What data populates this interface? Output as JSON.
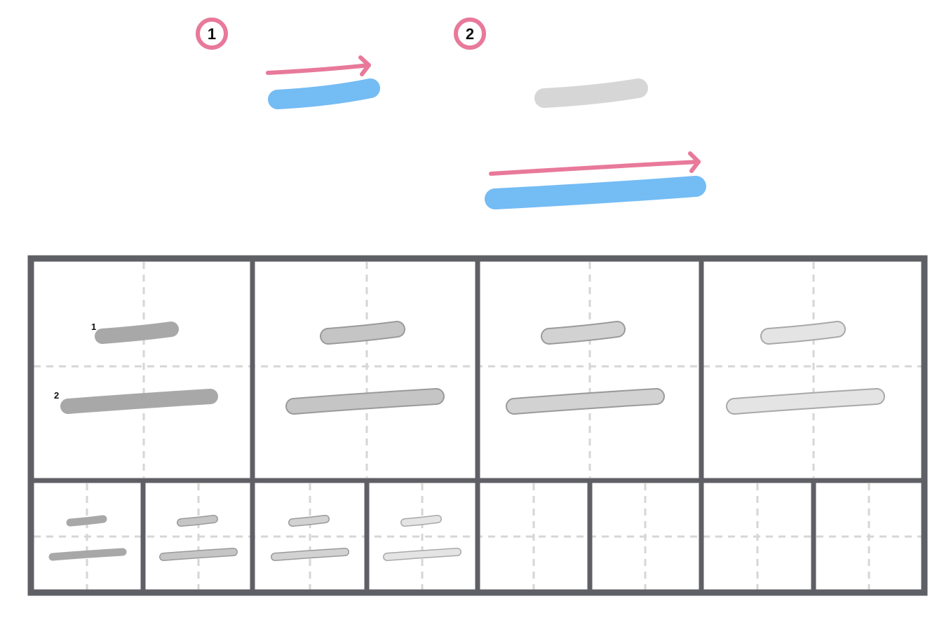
{
  "character": "二",
  "steps": [
    {
      "number": "1"
    },
    {
      "number": "2"
    }
  ],
  "practice": {
    "stroke_labels": [
      "1",
      "2"
    ],
    "large_cell_count": 4,
    "small_cell_count": 8
  },
  "colors": {
    "active_stroke": "#74bcf4",
    "direction_arrow": "#e8799a",
    "done_stroke": "#d6d6d6",
    "step_badge": "#e8799a",
    "grid_border": "#5f5f66",
    "guide_line": "#d6d6d6",
    "trace_shades": [
      "#aaaaaa",
      "#c5c5c5",
      "#d2d2d2",
      "#e2e2e2"
    ]
  }
}
